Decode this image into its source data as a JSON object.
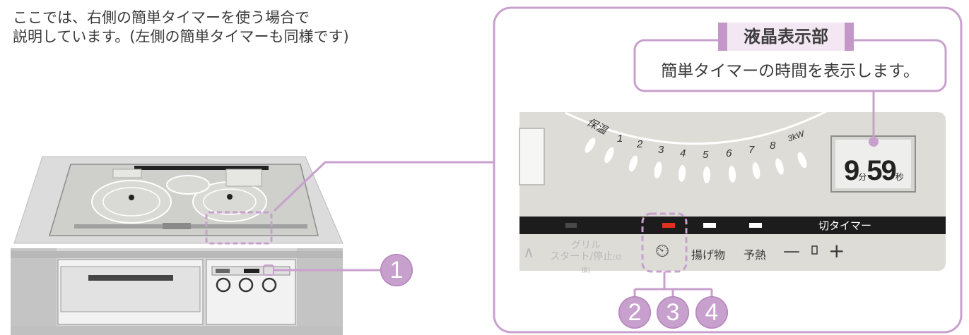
{
  "intro": {
    "line1": "ここでは、右側の簡単タイマーを使う場合で",
    "line2": "説明しています。(左側の簡単タイマーも同様です)"
  },
  "lcd_callout": {
    "title": "液晶表示部",
    "description": "簡単タイマーの時間を表示します。"
  },
  "panel": {
    "power_labels": [
      "保温",
      "1",
      "2",
      "3",
      "4",
      "5",
      "6",
      "7",
      "8",
      "3kW"
    ],
    "display": {
      "minutes": "9",
      "minutes_unit": "分",
      "seconds": "59",
      "seconds_unit": "秒"
    },
    "bar_label": "切タイマー",
    "grill_label_line1": "グリル",
    "grill_label_line2": "スタート/停止",
    "grill_label_note": "(切換)",
    "chevron": "∧",
    "timer_symbol": "⏲",
    "fry_label": "揚げ物",
    "preheat_label": "予熱",
    "minus": "—",
    "plus": "+"
  },
  "markers": [
    "1",
    "2",
    "3",
    "4"
  ],
  "colors": {
    "callout_border": "#c8a0cd",
    "badge": "#c8a0cd",
    "panel_bg": "#dddcd6",
    "indicator_red": "#e0321c"
  }
}
